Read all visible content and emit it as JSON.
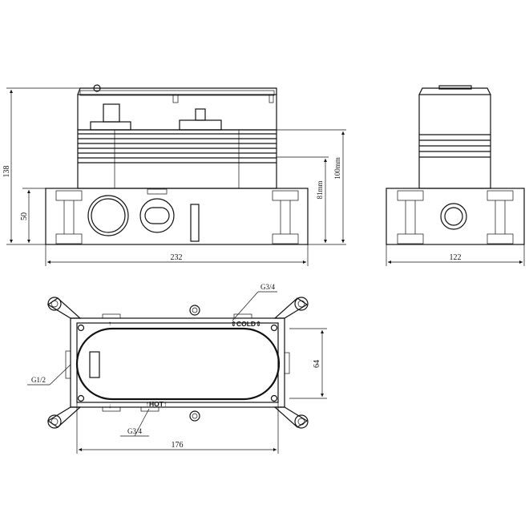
{
  "dimensions": {
    "overall_height": "138",
    "base_height": "50",
    "height_81": "81mm",
    "height_100": "100mm",
    "overall_width": "232",
    "side_width": "122",
    "port_spacing": "64",
    "bottom_width": "176"
  },
  "callouts": {
    "cold_thread": "G3/4",
    "hot_thread": "G3/4",
    "side_thread": "G1/2"
  },
  "labels": {
    "cold": "COLD",
    "hot": "HOT"
  }
}
